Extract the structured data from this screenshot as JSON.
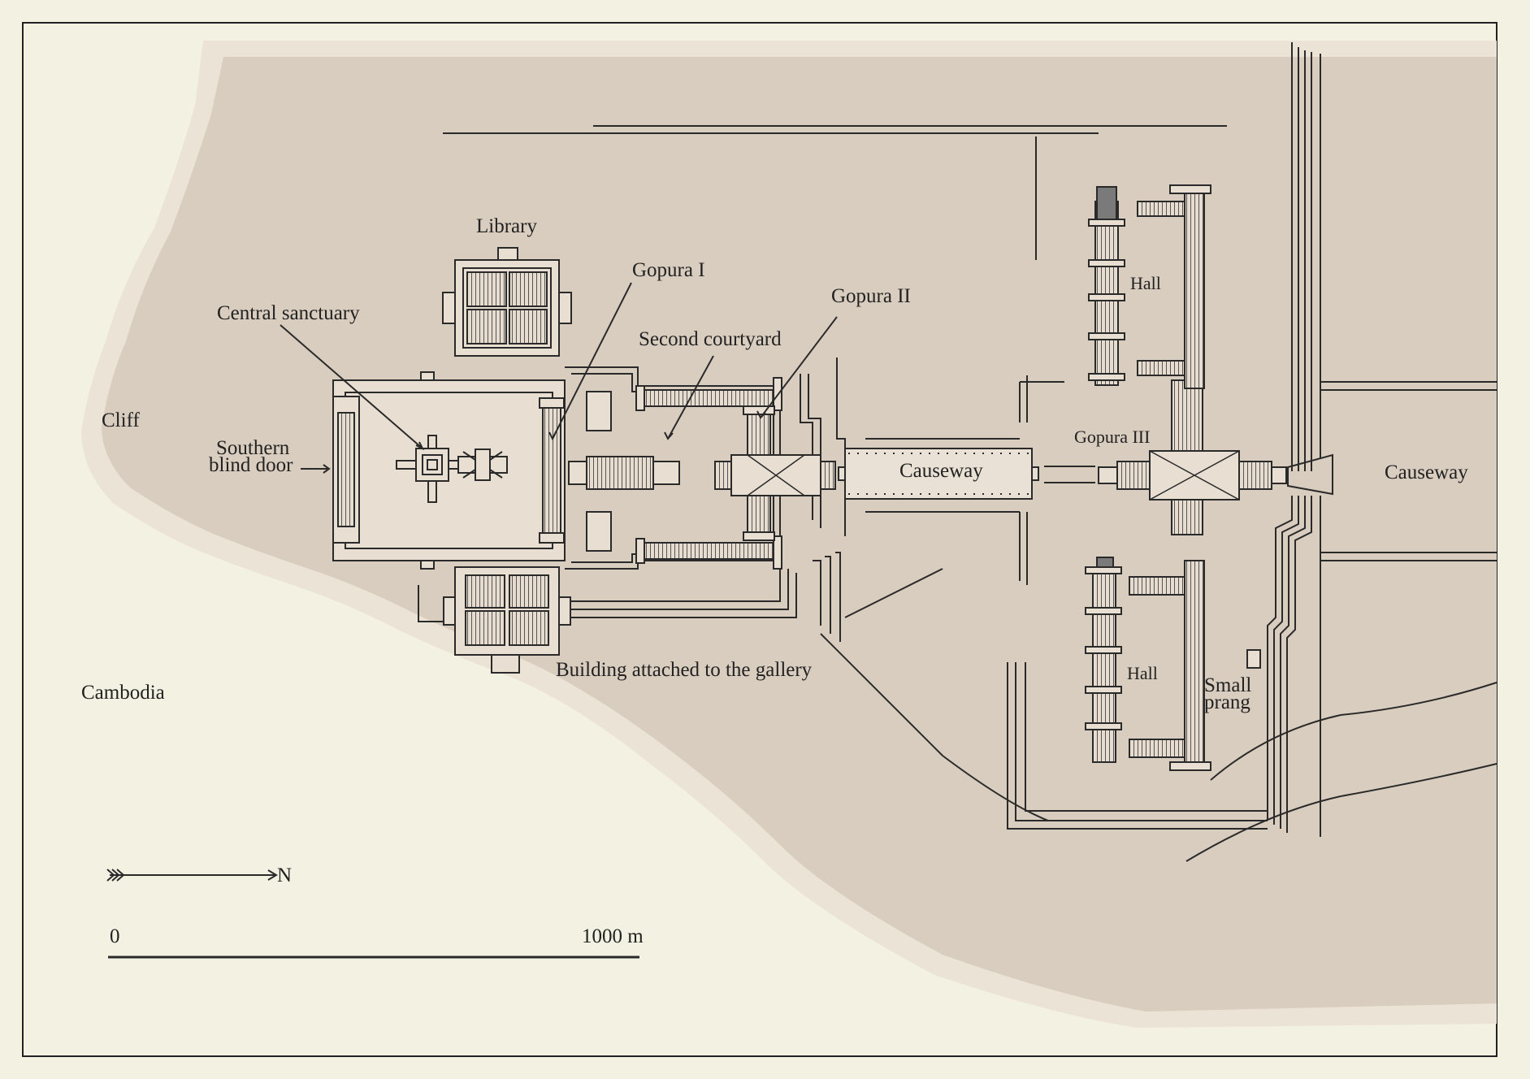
{
  "map": {
    "labels": {
      "library": "Library",
      "gopura1": "Gopura I",
      "gopura2": "Gopura II",
      "gopura3": "Gopura III",
      "central_sanctuary": "Central sanctuary",
      "second_courtyard": "Second courtyard",
      "cliff": "Cliff",
      "southern_blind_door_1": "Southern",
      "southern_blind_door_2": "blind door",
      "causeway_inner": "Causeway",
      "causeway_outer": "Causeway",
      "hall_north": "Hall",
      "hall_south": "Hall",
      "building_attached": "Building attached to the gallery",
      "cambodia": "Cambodia",
      "small_prang_1": "Small",
      "small_prang_2": "prang"
    },
    "north_arrow": {
      "label": "N"
    },
    "scale_bar": {
      "start_label": "0",
      "end_label": "1000 m"
    },
    "colors": {
      "background": "#f3f1e1",
      "plateau": "#d9cdbf",
      "plateau_edge": "#ebe4d6",
      "ink": "#2a2a2a",
      "hall_roof": "#7a7a7a"
    }
  }
}
